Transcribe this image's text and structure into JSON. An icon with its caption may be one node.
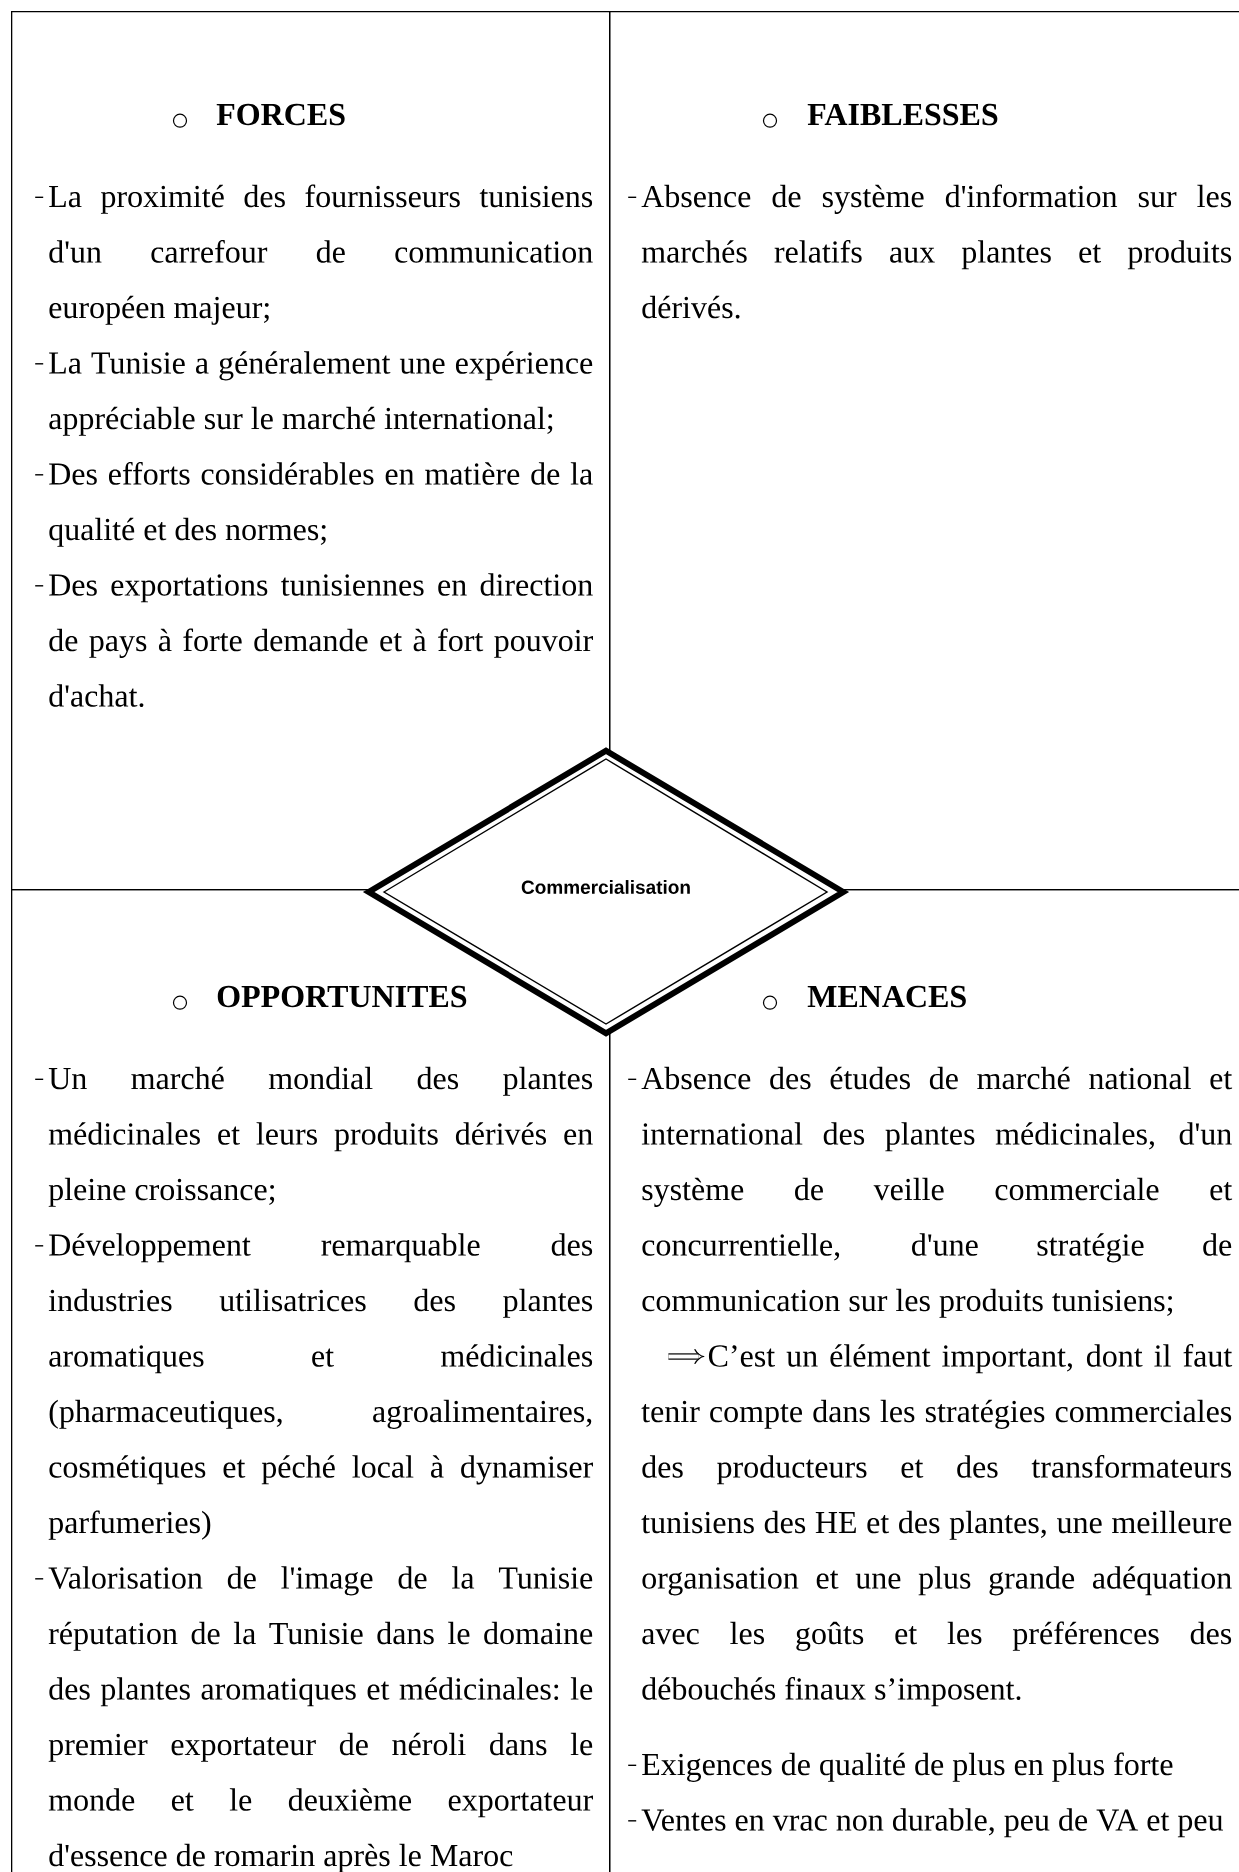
{
  "diagram": {
    "nodes": [
      {
        "text": [
          "FORCES",
          "La proximité des fournisseurs tunisiens d'un carrefour de communication européen majeur;",
          "La Tunisie a généralement une expérience appréciable sur le marché international;",
          "Des efforts considérables en matière de la qualité et des normes;",
          "Des exportations tunisiennes en direction de pays à forte demande et à fort pouvoir d'achat."
        ]
      },
      {
        "text": [
          "FAIBLESSES",
          "Absence de système d'information sur les marchés relatifs aux plantes et produits dérivés."
        ]
      },
      {
        "text": [
          "OPPORTUNITES",
          "Un marché mondial des plantes médicinales et leurs produits dérivés en pleine croissance;",
          "Développement remarquable des industries utilisatrices des plantes aromatiques et médicinales (pharmaceutiques, agroalimentaires, cosmétiques et péché local à dynamiser parfumeries)",
          "Valorisation de l'image de la Tunisie réputation de la Tunisie dans le domaine des plantes aromatiques et médicinales: le premier exportateur de néroli dans le monde et le deuxième exportateur d'essence de romarin après le Maroc"
        ]
      },
      {
        "text": [
          "MENACES",
          "Absence des études de marché national et international des plantes médicinales, d'un système de veille commerciale et concurrentielle, d'une stratégie de communication sur les produits tunisiens;",
          "C’est un élément important, dont il faut tenir compte dans les stratégies commerciales des producteurs et des transformateurs tunisiens des HE et des plantes, une meilleure organisation et une plus grande adéquation avec les goûts et les préférences des débouchés finaux s’imposent.",
          "Exigences de qualité de plus en plus forte",
          "Ventes en vrac non durable, peu de VA et peu"
        ]
      },
      {
        "text": [
          "Commercialisation"
        ]
      }
    ]
  }
}
